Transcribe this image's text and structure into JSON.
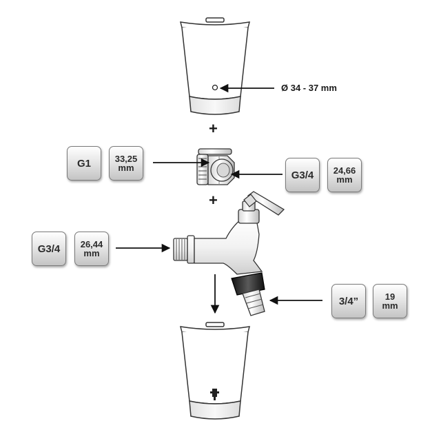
{
  "diameter_label": "Ø 34 - 37 mm",
  "plus_sign": "+",
  "adapter": {
    "left_thread": "G1",
    "left_size_value": "33,25",
    "left_size_unit": "mm",
    "right_thread": "G3/4",
    "right_size_value": "24,66",
    "right_size_unit": "mm"
  },
  "tap": {
    "inlet_thread": "G3/4",
    "inlet_size_value": "26,44",
    "inlet_size_unit": "mm",
    "outlet_thread": "3/4”",
    "outlet_size_value": "19",
    "outlet_size_unit": "mm"
  }
}
